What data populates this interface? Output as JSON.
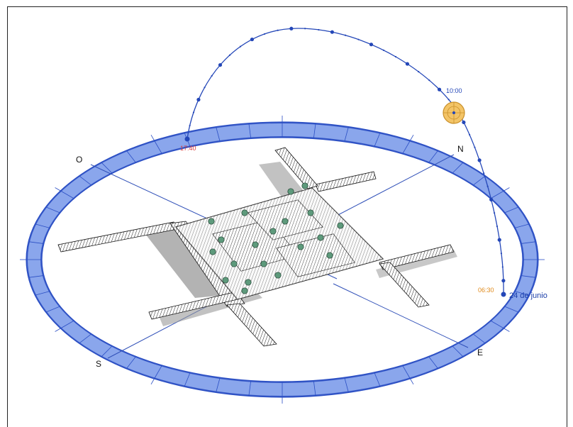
{
  "compass": {
    "west": "O",
    "north": "N",
    "south": "S",
    "east": "E"
  },
  "sun_path": {
    "sunset_time": "17:40",
    "current_time": "10:00",
    "sunrise_time": "06:30",
    "date": "24 de junio"
  },
  "colors": {
    "ring_fill": "#6f8fe0",
    "ring_stroke": "#2b4fc4",
    "path_line": "#2447b8",
    "sun_fill": "#f3c467",
    "sunset_text": "#d83a3a",
    "sunrise_text": "#e08a1a",
    "current_text": "#2447b8"
  }
}
